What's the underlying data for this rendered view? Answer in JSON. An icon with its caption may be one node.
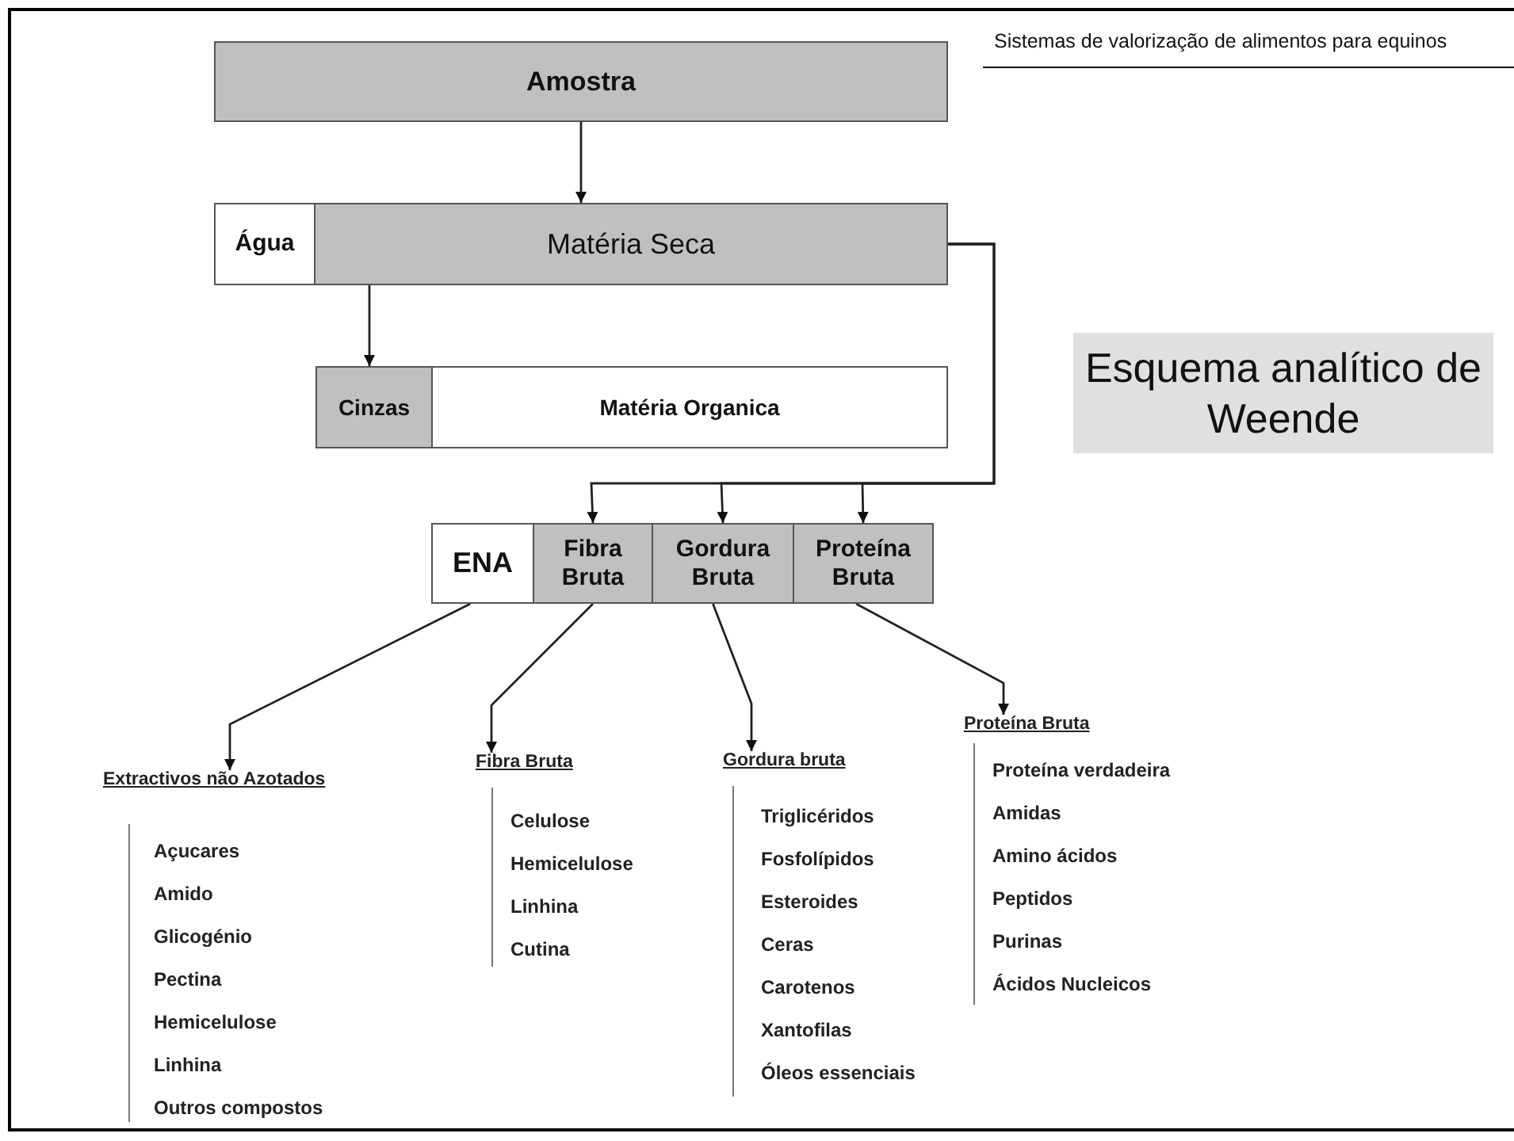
{
  "diagram": {
    "title": "Esquema analítico de Weende",
    "nodes": [
      {
        "text": [
          "Amostra"
        ]
      },
      {
        "text": [
          "Água"
        ]
      },
      {
        "text": [
          "Matéria Seca"
        ]
      },
      {
        "text": [
          "Cinzas"
        ]
      },
      {
        "text": [
          "Matéria Organica"
        ]
      },
      {
        "text": [
          "ENA"
        ]
      },
      {
        "text": [
          "Fibra Bruta"
        ]
      },
      {
        "text": [
          "Gordura Bruta"
        ]
      },
      {
        "text": [
          "Proteína Bruta"
        ]
      },
      {
        "text": [
          "Extractivos não Azotados",
          "Açucares",
          "Amido",
          "Glicogénio",
          "Pectina",
          "Hemicelulose",
          "Linhina",
          "Outros compostos"
        ]
      },
      {
        "text": [
          "Fibra Bruta",
          "Celulose",
          "Hemicelulose",
          "Linhina",
          "Cutina"
        ]
      },
      {
        "text": [
          "Gordura bruta",
          "Triglicéridos",
          "Fosfolípidos",
          "Esteroides",
          "Ceras",
          "Carotenos",
          "Xantofilas",
          "Óleos essenciais"
        ]
      },
      {
        "text": [
          "Proteína Bruta",
          "Proteína verdadeira",
          "Amidas",
          "Amino ácidos",
          "Peptidos",
          "Purinas",
          "Ácidos Nucleicos"
        ]
      }
    ],
    "edges": [
      {
        "from": 0,
        "to": 2,
        "arrow": "to"
      },
      {
        "from": 2,
        "to": 3,
        "arrow": "to"
      },
      {
        "from": 2,
        "to": 6,
        "arrow": "to"
      },
      {
        "from": 2,
        "to": 7,
        "arrow": "to"
      },
      {
        "from": 2,
        "to": 8,
        "arrow": "to"
      },
      {
        "from": 5,
        "to": 9,
        "arrow": "to"
      },
      {
        "from": 6,
        "to": 10,
        "arrow": "to"
      },
      {
        "from": 7,
        "to": 11,
        "arrow": "to"
      },
      {
        "from": 8,
        "to": 12,
        "arrow": "to"
      }
    ],
    "labels": [
      "Sistemas de valorização de alimentos para equinos"
    ]
  }
}
